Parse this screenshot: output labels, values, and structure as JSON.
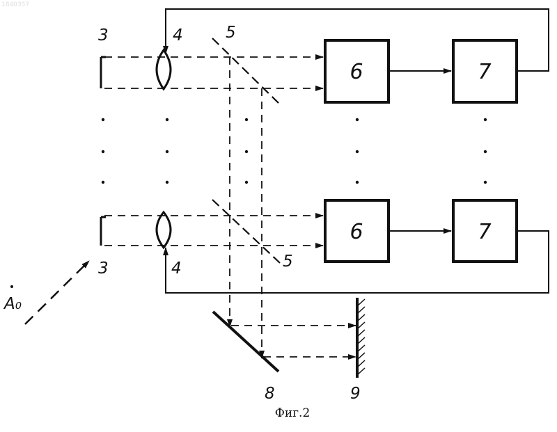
{
  "corner_text": "1840357",
  "labels": {
    "source_top": "3",
    "lens_top": "4",
    "splitter_top": "5",
    "source_bottom": "3",
    "lens_bottom": "4",
    "splitter_bottom": "5",
    "mirror": "8",
    "screen": "9",
    "point": "A₀"
  },
  "blocks": {
    "b6_top": "6",
    "b7_top": "7",
    "b6_bottom": "6",
    "b7_bottom": "7"
  },
  "caption": "Фиг.2"
}
